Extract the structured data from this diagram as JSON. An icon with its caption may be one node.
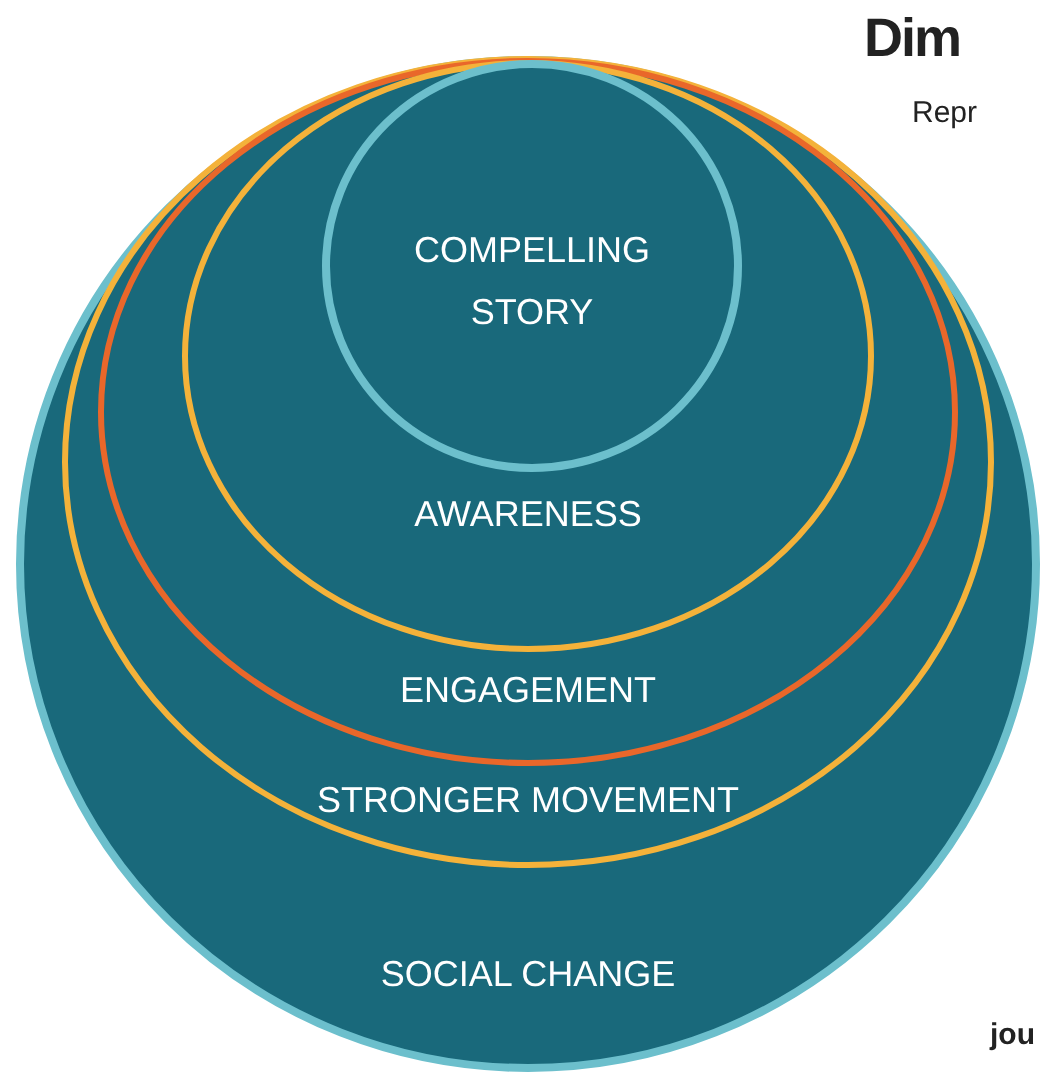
{
  "diagram": {
    "nodes": [
      {
        "text": [
          "SOCIAL CHANGE"
        ]
      },
      {
        "text": [
          "STRONGER MOVEMENT"
        ],
        "in": 0
      },
      {
        "text": [
          "ENGAGEMENT"
        ],
        "in": 1
      },
      {
        "text": [
          "AWARENESS"
        ],
        "in": 2
      },
      {
        "text": [
          "COMPELLING STORY"
        ],
        "in": 3
      }
    ],
    "edges": [],
    "labels": [
      "Dim",
      "Repr",
      "jou"
    ]
  }
}
